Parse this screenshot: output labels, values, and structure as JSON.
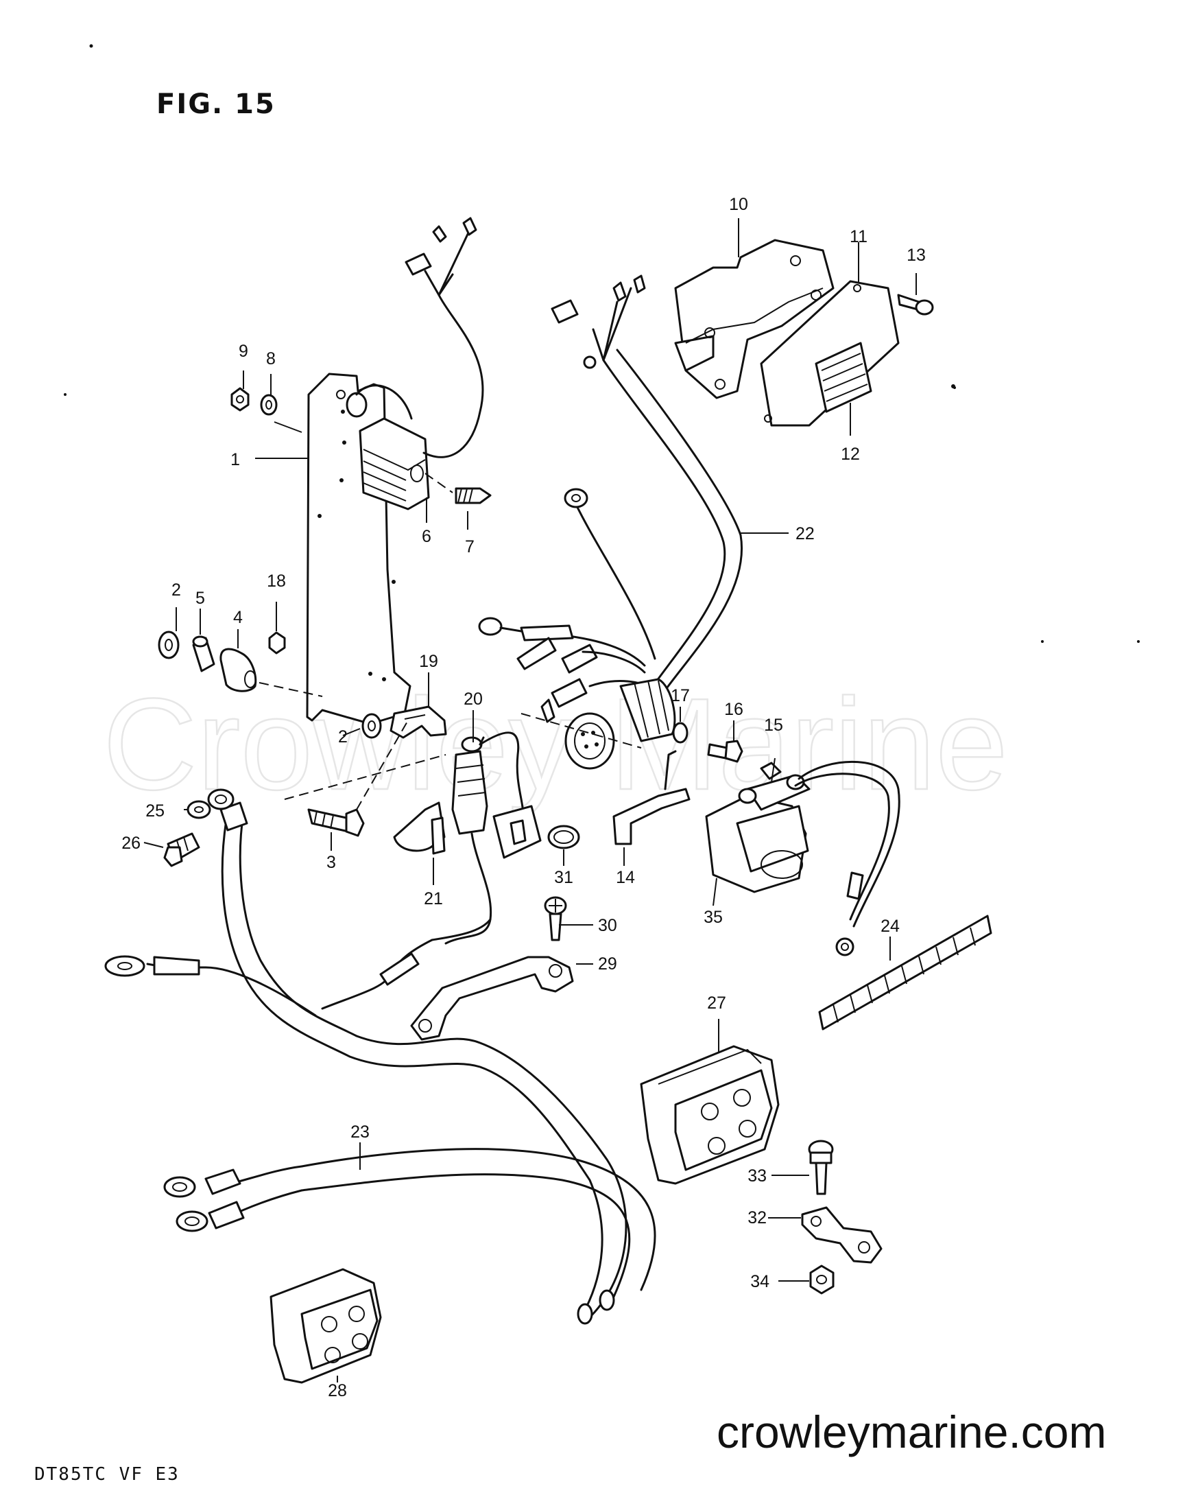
{
  "figure_title": "FIG. 15",
  "model_code": "DT85TC  VF  E3",
  "watermark": "Crowley Marine",
  "website": "crowleymarine.com",
  "callouts": [
    {
      "id": "c1",
      "text": "1"
    },
    {
      "id": "c2a",
      "text": "2"
    },
    {
      "id": "c2b",
      "text": "2"
    },
    {
      "id": "c3",
      "text": "3"
    },
    {
      "id": "c4",
      "text": "4"
    },
    {
      "id": "c5",
      "text": "5"
    },
    {
      "id": "c6",
      "text": "6"
    },
    {
      "id": "c7",
      "text": "7"
    },
    {
      "id": "c8",
      "text": "8"
    },
    {
      "id": "c9",
      "text": "9"
    },
    {
      "id": "c10",
      "text": "10"
    },
    {
      "id": "c11",
      "text": "11"
    },
    {
      "id": "c12",
      "text": "12"
    },
    {
      "id": "c13",
      "text": "13"
    },
    {
      "id": "c14",
      "text": "14"
    },
    {
      "id": "c15",
      "text": "15"
    },
    {
      "id": "c16",
      "text": "16"
    },
    {
      "id": "c17",
      "text": "17"
    },
    {
      "id": "c18",
      "text": "18"
    },
    {
      "id": "c19",
      "text": "19"
    },
    {
      "id": "c20",
      "text": "20"
    },
    {
      "id": "c21",
      "text": "21"
    },
    {
      "id": "c22",
      "text": "22"
    },
    {
      "id": "c23",
      "text": "23"
    },
    {
      "id": "c24",
      "text": "24"
    },
    {
      "id": "c25",
      "text": "25"
    },
    {
      "id": "c26",
      "text": "26"
    },
    {
      "id": "c27",
      "text": "27"
    },
    {
      "id": "c28",
      "text": "28"
    },
    {
      "id": "c29",
      "text": "29"
    },
    {
      "id": "c30",
      "text": "30"
    },
    {
      "id": "c31",
      "text": "31"
    },
    {
      "id": "c32",
      "text": "32"
    },
    {
      "id": "c33",
      "text": "33"
    },
    {
      "id": "c34",
      "text": "34"
    },
    {
      "id": "c35",
      "text": "35"
    }
  ]
}
